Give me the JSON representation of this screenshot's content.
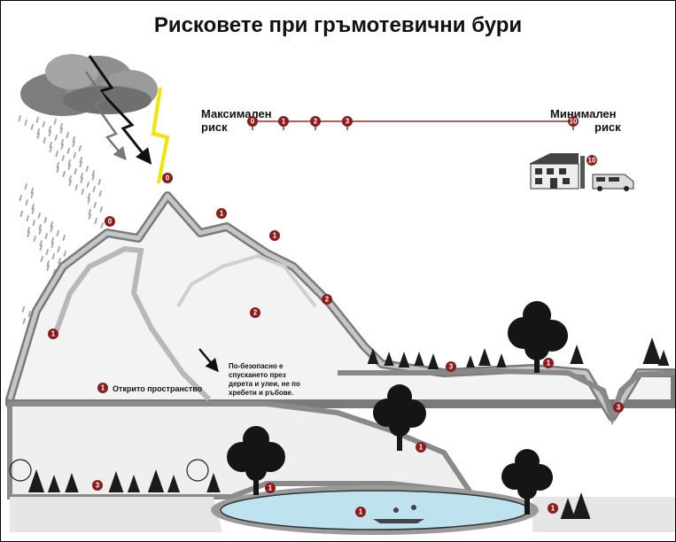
{
  "title": "Рисковете при гръмотевични бури",
  "scale": {
    "max_line1": "Максимален",
    "max_line2": "риск",
    "min_line1": "Минимален",
    "min_line2": "риск",
    "ticks": [
      "0",
      "1",
      "2",
      "3",
      "10"
    ]
  },
  "labels": {
    "open_space": "Открито пространство",
    "descent_line1": "По-безопасно е",
    "descent_line2": "спускането през",
    "descent_line3": "дерета и улеи, не по",
    "descent_line4": "хребети и ръбове."
  },
  "markers": {
    "lightning_tip": "0",
    "left_peak": "0",
    "main_peak_right": "1",
    "second_peak": "1",
    "left_cliff": "1",
    "mountain_face": "2",
    "ridge_slope": "2",
    "valley_trees": "3",
    "valley_tree": "1",
    "gully": "3",
    "mid_tree": "1",
    "forest_left": "3",
    "lake_tree": "1",
    "lake": "1",
    "right_tree": "1",
    "house": "10"
  },
  "colors": {
    "marker_fill": "#8b1c1c",
    "scale_line": "#9a2a2a",
    "lightning_yellow": "#f2e600",
    "lake_blue": "#bfe3ee",
    "cloud_gray": "#8a8a8a"
  }
}
